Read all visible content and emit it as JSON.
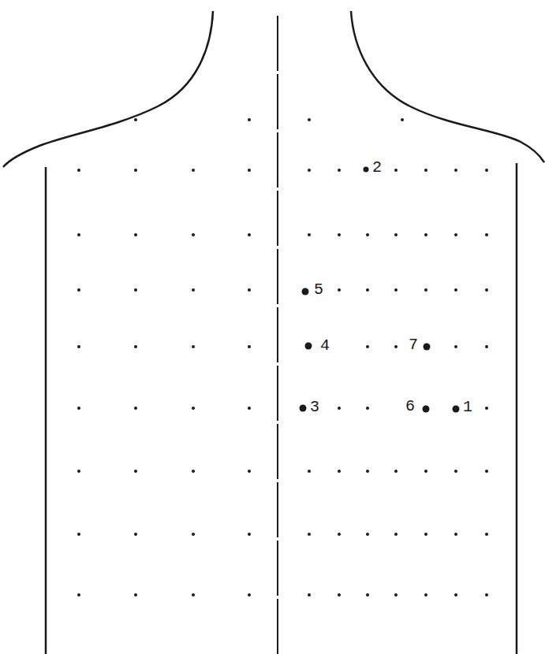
{
  "diagram": {
    "labels": [
      "2",
      "5",
      "4",
      "7",
      "3",
      "6",
      "1"
    ]
  }
}
